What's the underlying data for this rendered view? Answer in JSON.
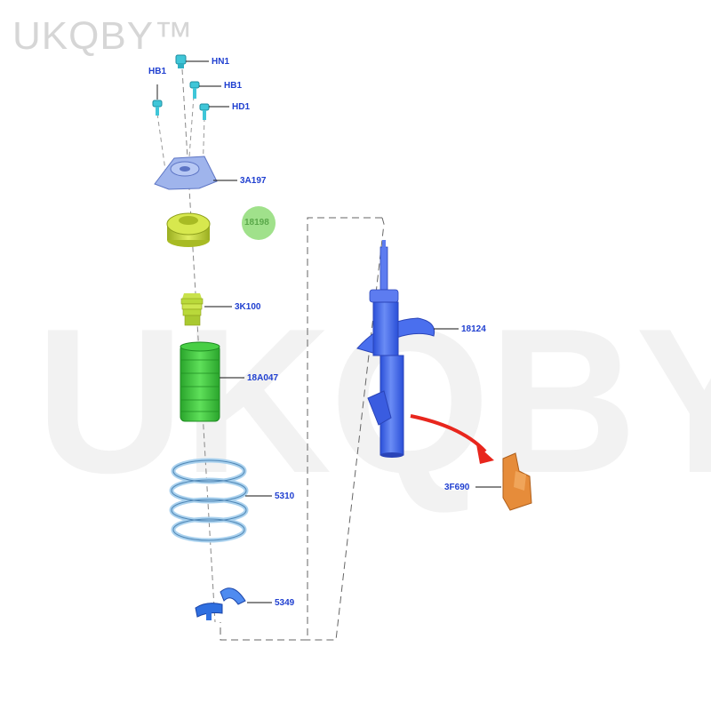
{
  "watermark": {
    "brand": "UKQBY™",
    "overlay": "UKQBY™"
  },
  "colors": {
    "label": "#1f3fd0",
    "leader": "#111111",
    "fastener": "#3fc6d8",
    "mount": "#9fb4ec",
    "bearing": "#c8d93a",
    "bump_stop": "#b9d93a",
    "dust_boot": "#39c53c",
    "spring": "#a9d1ee",
    "seat": "#2f6fe0",
    "strut": "#3d63e8",
    "bracket": "#e68c3a",
    "arrow": "#e8261d",
    "badge": "#8fdc77"
  },
  "parts": [
    {
      "id": "hn1",
      "label": "HN1",
      "icon": "nut-icon"
    },
    {
      "id": "hb1a",
      "label": "HB1",
      "icon": "bolt-icon"
    },
    {
      "id": "hb1b",
      "label": "HB1",
      "icon": "bolt-icon"
    },
    {
      "id": "hb1c",
      "label": "HD1",
      "icon": "bolt-icon"
    },
    {
      "id": "mount",
      "label": "3A197",
      "icon": "strut-mount-icon"
    },
    {
      "id": "bearing",
      "label": "18198",
      "icon": "bearing-icon"
    },
    {
      "id": "bump",
      "label": "3K100",
      "icon": "bump-stop-icon"
    },
    {
      "id": "boot",
      "label": "18A047",
      "icon": "dust-boot-icon"
    },
    {
      "id": "spring",
      "label": "5310",
      "icon": "coil-spring-icon"
    },
    {
      "id": "seat",
      "label": "5349",
      "icon": "spring-seat-icon"
    },
    {
      "id": "strut",
      "label": "18124",
      "icon": "shock-absorber-icon"
    },
    {
      "id": "bracket",
      "label": "3F690",
      "icon": "bracket-icon"
    }
  ]
}
